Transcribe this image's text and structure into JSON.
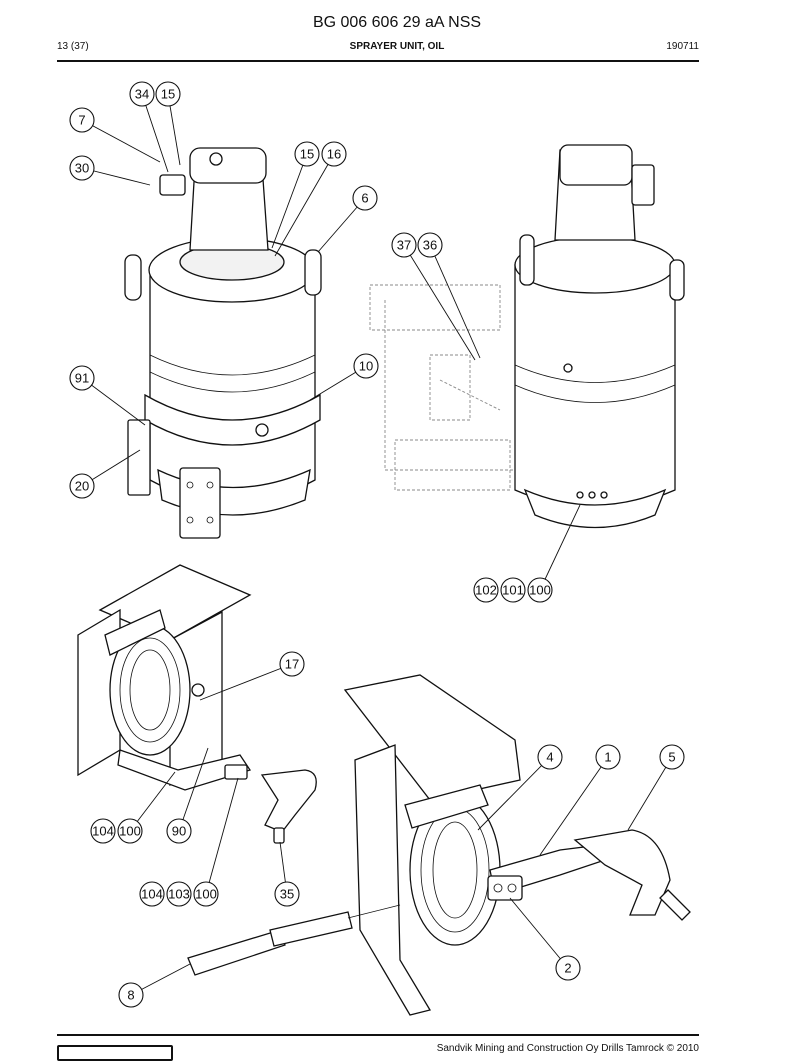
{
  "header": {
    "doc_number": "BG 006 606 29 aA NSS",
    "page": "13 (37)",
    "section_title": "SPRAYER UNIT, OIL",
    "date_code": "190711"
  },
  "footer": {
    "copyright": "Sandvik Mining and Construction Oy Drills Tamrock © 2010"
  },
  "callouts": [
    "34",
    "15",
    "7",
    "30",
    "15",
    "16",
    "6",
    "37",
    "36",
    "10",
    "91",
    "20",
    "102",
    "101",
    "100",
    "17",
    "4",
    "1",
    "5",
    "104",
    "100",
    "90",
    "104",
    "103",
    "100",
    "35",
    "2",
    "8"
  ]
}
